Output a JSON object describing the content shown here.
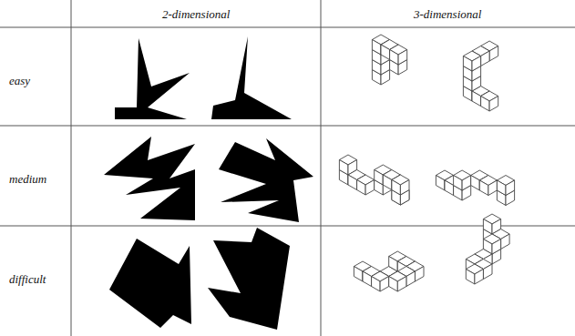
{
  "diagram": {
    "labels": [
      "2-dimensional",
      "3-dimensional",
      "easy",
      "medium",
      "difficult"
    ]
  }
}
